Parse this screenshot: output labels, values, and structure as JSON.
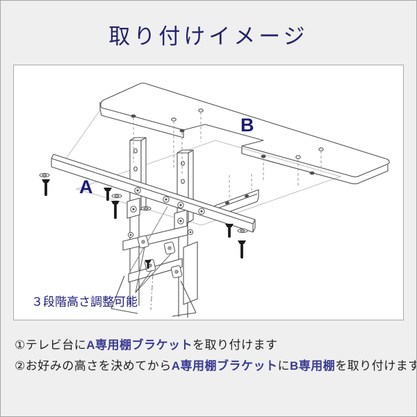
{
  "page": {
    "bg_color": "#efefef",
    "border_color": "#a3a3a3",
    "panel_bg": "#ffffff"
  },
  "title": "取り付けイメージ",
  "title_color": "#23236b",
  "diagram": {
    "part_label_a": "A",
    "part_label_b": "B",
    "height_note": "３段階高さ調整可能",
    "line_color": "#4f4f4f",
    "ghost_line_color": "#bdbdbd",
    "label_color": "#1b1b78"
  },
  "instructions": {
    "text_color": "#1f1f1f",
    "accent_color": "#3a3a92",
    "lines": [
      {
        "segments": [
          {
            "text": "①テレビ台に",
            "bold": false
          },
          {
            "text": "A専用棚ブラケット",
            "bold": true
          },
          {
            "text": "を取り付けます",
            "bold": false
          }
        ]
      },
      {
        "segments": [
          {
            "text": "②お好みの高さを決めてから",
            "bold": false
          },
          {
            "text": "A専用棚ブラケット",
            "bold": true
          },
          {
            "text": "に",
            "bold": false
          },
          {
            "text": "B専用棚",
            "bold": true
          },
          {
            "text": "を取り付けます",
            "bold": false
          }
        ]
      }
    ]
  }
}
